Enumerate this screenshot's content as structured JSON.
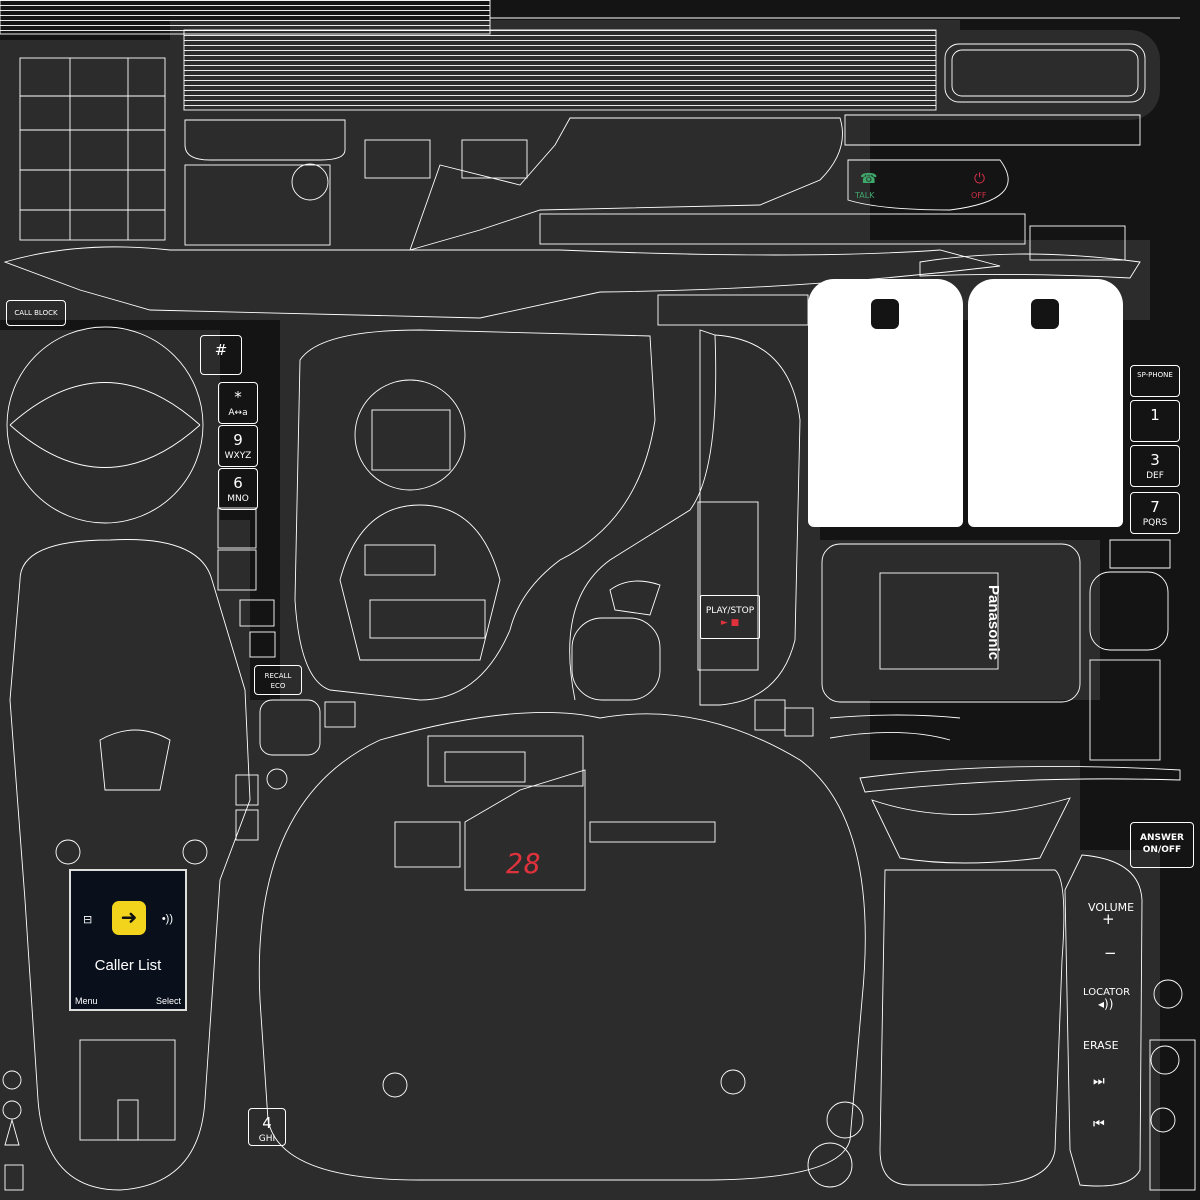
{
  "labels": {
    "call_block": "CALL BLOCK",
    "key_hash": "#",
    "key_star": "*",
    "key_star_sub": "A↔a",
    "key_9": "9",
    "key_9_sub": "WXYZ",
    "key_6": "6",
    "key_6_sub": "MNO",
    "recall": "RECALL",
    "recall_sub": "ECO",
    "play_stop": "PLAY/STOP",
    "play_stop_icons": "► ■",
    "talk": "TALK",
    "off": "OFF",
    "sp_phone": "SP-PHONE",
    "key_1": "1",
    "key_3": "3",
    "key_3_sub": "DEF",
    "key_7": "7",
    "key_7_sub": "PQRS",
    "key_4": "4",
    "key_4_sub": "GHI",
    "brand": "Panasonic",
    "answer": "ANSWER",
    "answer_sub": "ON/OFF",
    "volume": "VOLUME",
    "plus": "+",
    "minus": "−",
    "locator": "LOCATOR",
    "erase": "ERASE",
    "skip_fwd": "⏭",
    "skip_back": "⏮",
    "display_count": "28"
  },
  "handset_screen": {
    "title": "Caller List",
    "menu": "Menu",
    "select": "Select",
    "icon": "phone-arrow-icon"
  },
  "colors": {
    "background": "#141414",
    "wireframe": "#ffffff",
    "screen_icon": "#f3d41c",
    "led_digits": "#e0323c",
    "talk_green": "#3fa86b",
    "off_red": "#d1304a"
  }
}
